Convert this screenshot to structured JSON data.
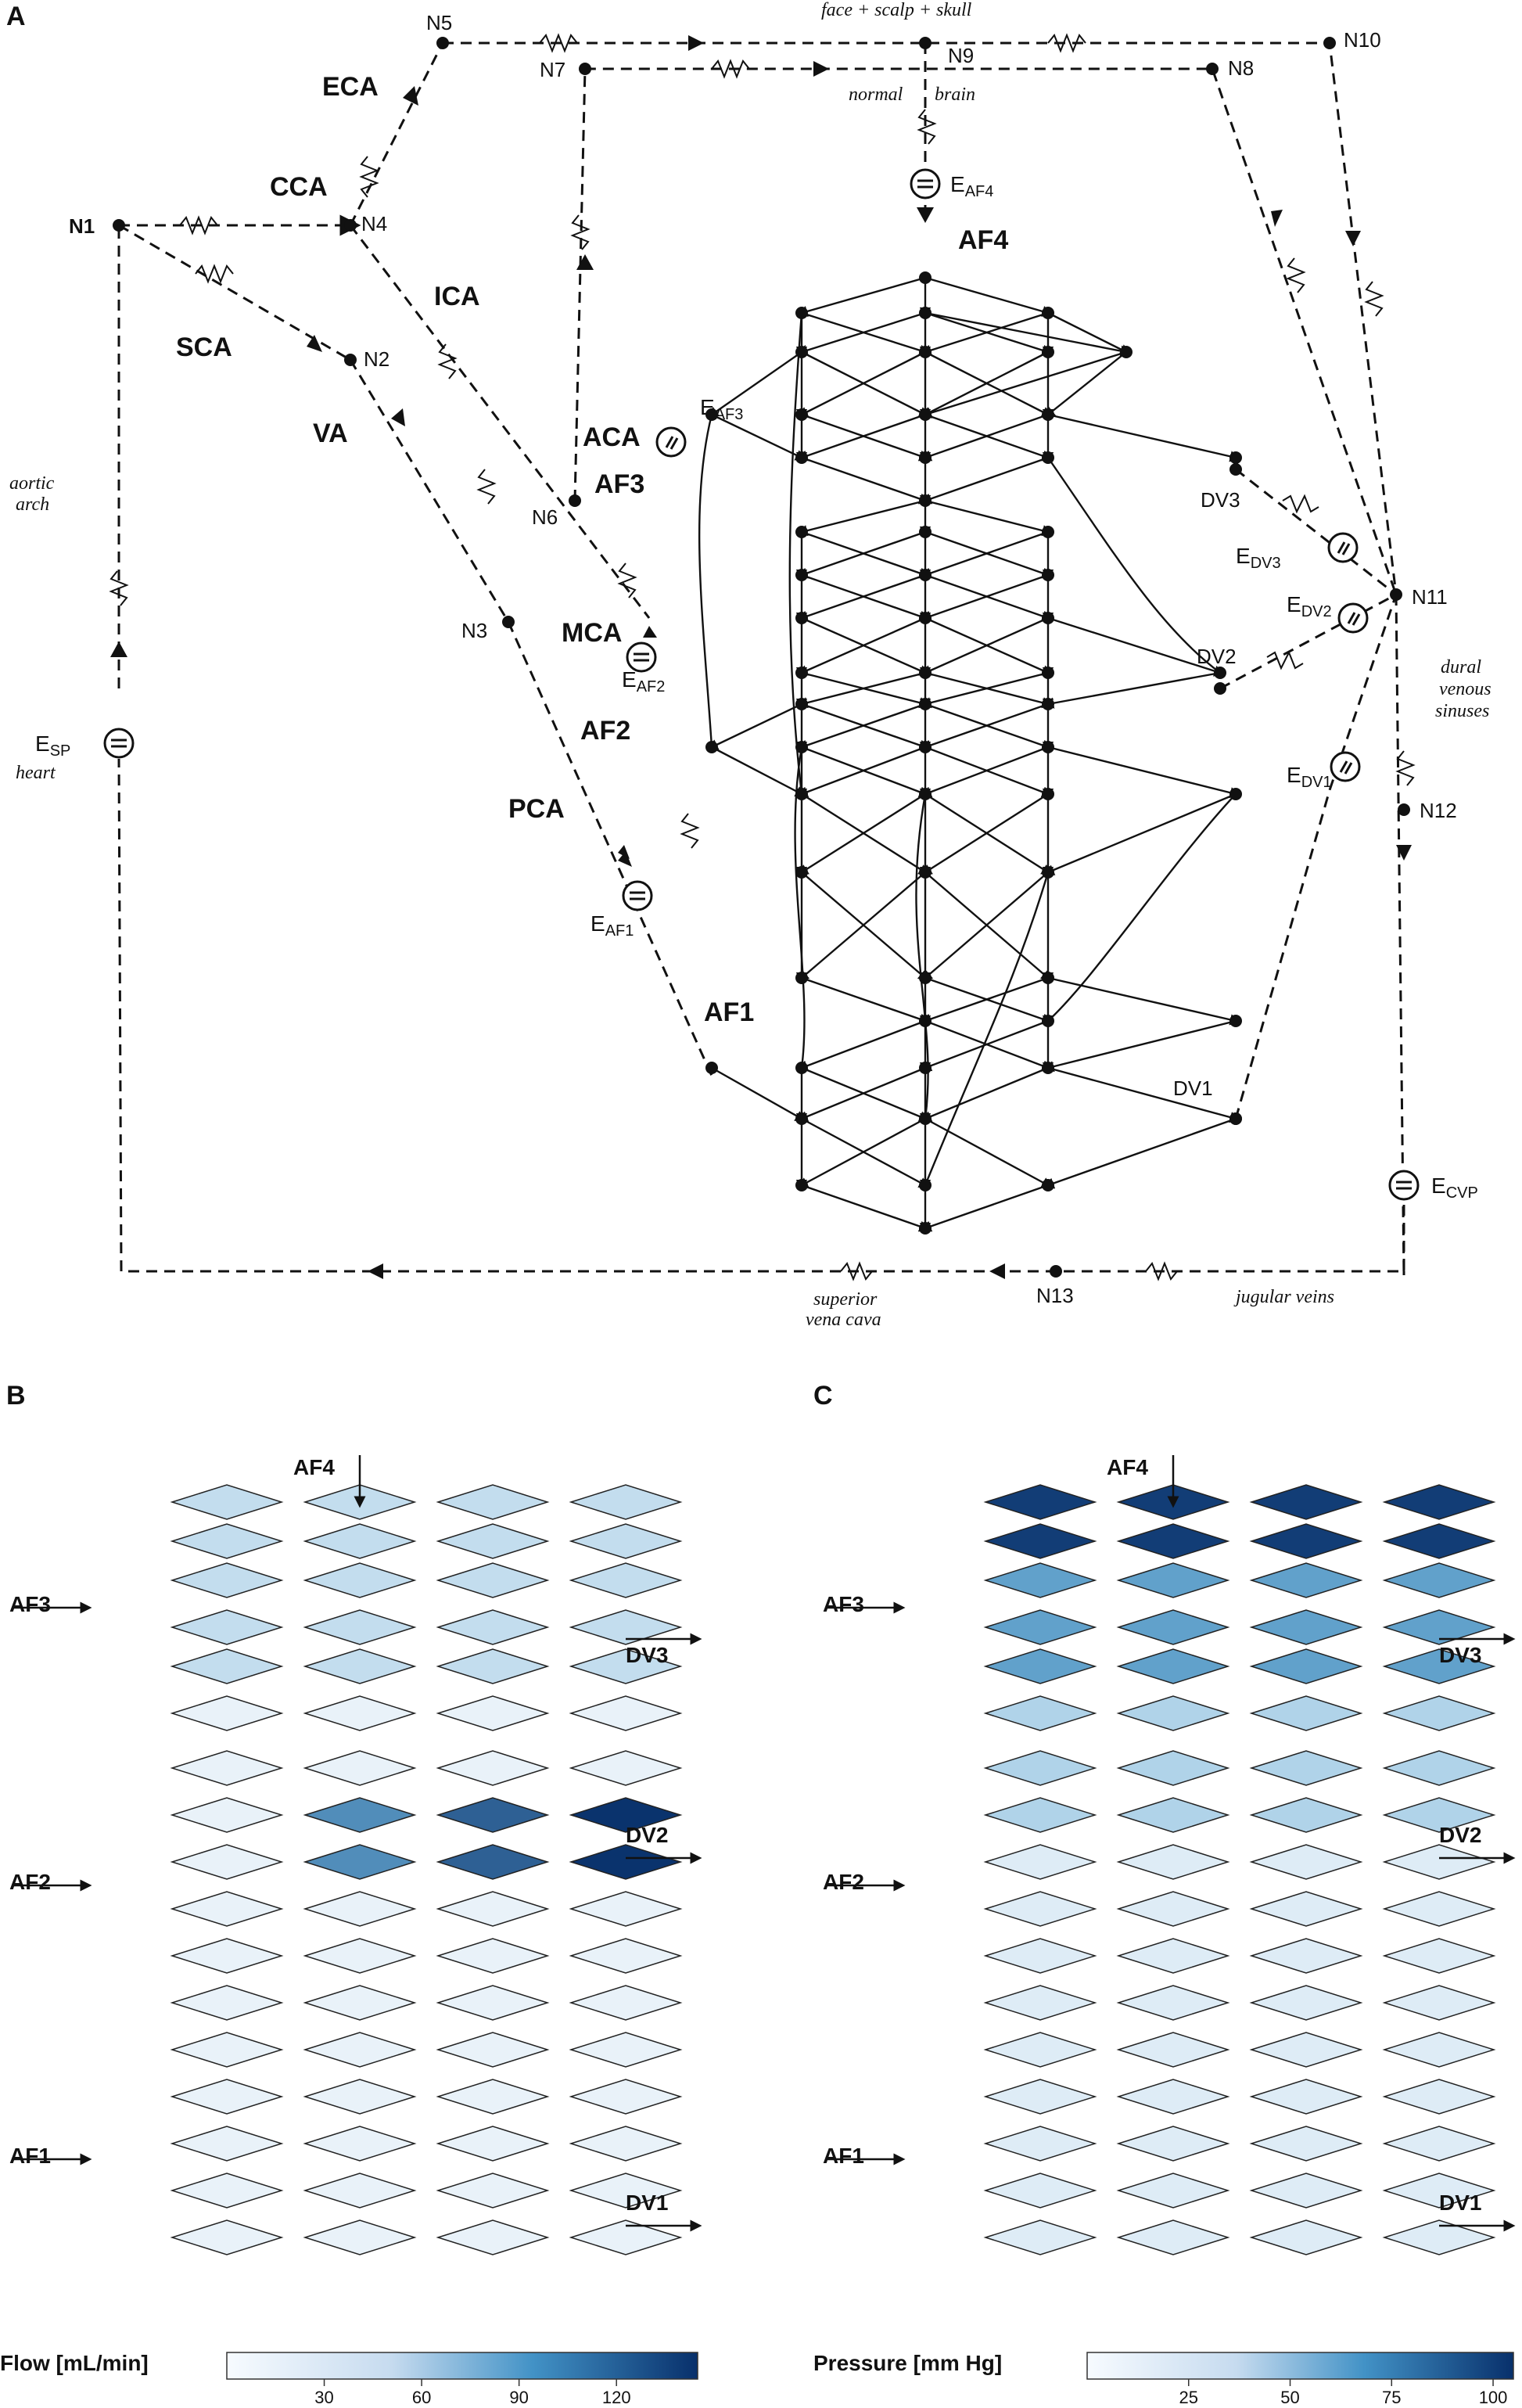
{
  "panels": {
    "a": {
      "letter": "A",
      "labels": {
        "eca": "ECA",
        "cca": "CCA",
        "sca": "SCA",
        "va": "VA",
        "ica": "ICA",
        "aca": "ACA",
        "mca": "MCA",
        "pca": "PCA",
        "af1": "AF1",
        "af2": "AF2",
        "af3": "AF3",
        "af4": "AF4",
        "dv1": "DV1",
        "dv2": "DV2",
        "dv3": "DV3",
        "n1": "N1",
        "n2": "N2",
        "n3": "N3",
        "n4": "N4",
        "n5": "N5",
        "n6": "N6",
        "n7": "N7",
        "n8": "N8",
        "n9": "N9",
        "n10": "N10",
        "n11": "N11",
        "n12": "N12",
        "n13": "N13",
        "face_scalp_skull": "face + scalp + skull",
        "normal": "normal",
        "brain": "brain",
        "aortic": "aortic",
        "arch": "arch",
        "heart": "heart",
        "dural": "dural",
        "venous": "venous",
        "sinuses": "sinuses",
        "superior": "superior",
        "vena_cava": "vena cava",
        "jugular_veins": "jugular veins"
      },
      "sources": {
        "e": "E",
        "sp": "SP",
        "cvp": "CVP",
        "af1": "AF1",
        "af2": "AF2",
        "af3": "AF3",
        "af4": "AF4",
        "dv1": "DV1",
        "dv2": "DV2",
        "dv3": "DV3"
      }
    },
    "b": {
      "letter": "B",
      "labels": {
        "af1": "AF1",
        "af2": "AF2",
        "af3": "AF3",
        "af4": "AF4",
        "dv1": "DV1",
        "dv2": "DV2",
        "dv3": "DV3"
      },
      "colorbar": {
        "label": "Flow [mL/min]",
        "min": 0,
        "max": 145,
        "ticks": [
          30,
          60,
          90,
          120
        ]
      }
    },
    "c": {
      "letter": "C",
      "labels": {
        "af1": "AF1",
        "af2": "AF2",
        "af3": "AF3",
        "af4": "AF4",
        "dv1": "DV1",
        "dv2": "DV2",
        "dv3": "DV3"
      },
      "colorbar": {
        "label": "Pressure [mm Hg]",
        "min": 0,
        "max": 105,
        "ticks": [
          25,
          50,
          75,
          100
        ]
      }
    }
  },
  "colors": {
    "low": "#f4f8fc",
    "mid": "#6baed6",
    "high": "#08306b",
    "line": "#111111"
  }
}
